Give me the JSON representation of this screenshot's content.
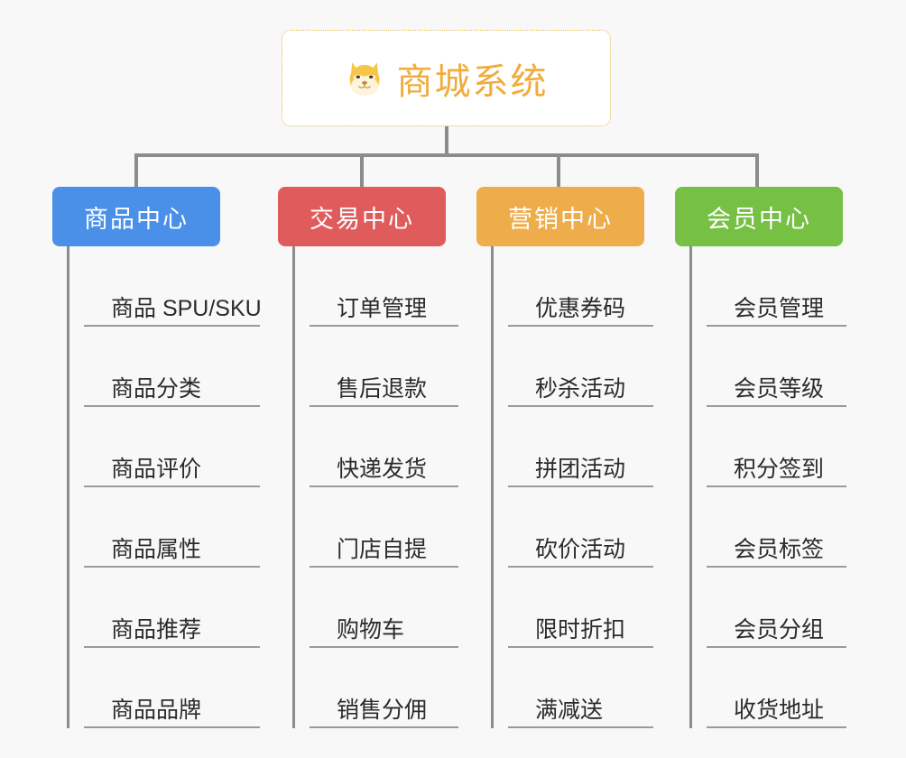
{
  "root": {
    "icon": "shiba-dog-face-icon",
    "title": "商城系统",
    "color": "#f0ac3c",
    "border_color": "#e8b94e"
  },
  "branches": [
    {
      "id": "product-center",
      "label": "商品中心",
      "color": "#4a90e8",
      "items": [
        {
          "label": "商品 SPU/SKU"
        },
        {
          "label": "商品分类"
        },
        {
          "label": "商品评价"
        },
        {
          "label": "商品属性"
        },
        {
          "label": "商品推荐"
        },
        {
          "label": "商品品牌"
        }
      ]
    },
    {
      "id": "trade-center",
      "label": "交易中心",
      "color": "#e05c5c",
      "items": [
        {
          "label": "订单管理"
        },
        {
          "label": "售后退款"
        },
        {
          "label": "快递发货"
        },
        {
          "label": "门店自提"
        },
        {
          "label": "购物车"
        },
        {
          "label": "销售分佣"
        }
      ]
    },
    {
      "id": "marketing-center",
      "label": "营销中心",
      "color": "#eead4a",
      "items": [
        {
          "label": "优惠券码"
        },
        {
          "label": "秒杀活动"
        },
        {
          "label": "拼团活动"
        },
        {
          "label": "砍价活动"
        },
        {
          "label": "限时折扣"
        },
        {
          "label": "满减送"
        }
      ]
    },
    {
      "id": "member-center",
      "label": "会员中心",
      "color": "#76c043",
      "items": [
        {
          "label": "会员管理"
        },
        {
          "label": "会员等级"
        },
        {
          "label": "积分签到"
        },
        {
          "label": "会员标签"
        },
        {
          "label": "会员分组"
        },
        {
          "label": "收货地址"
        }
      ]
    }
  ],
  "theme": {
    "background": "#f8f8f8",
    "connector": "#8c8c8c",
    "leaf_text": "#2b2b2b",
    "leaf_rule": "#9a9a9a"
  }
}
